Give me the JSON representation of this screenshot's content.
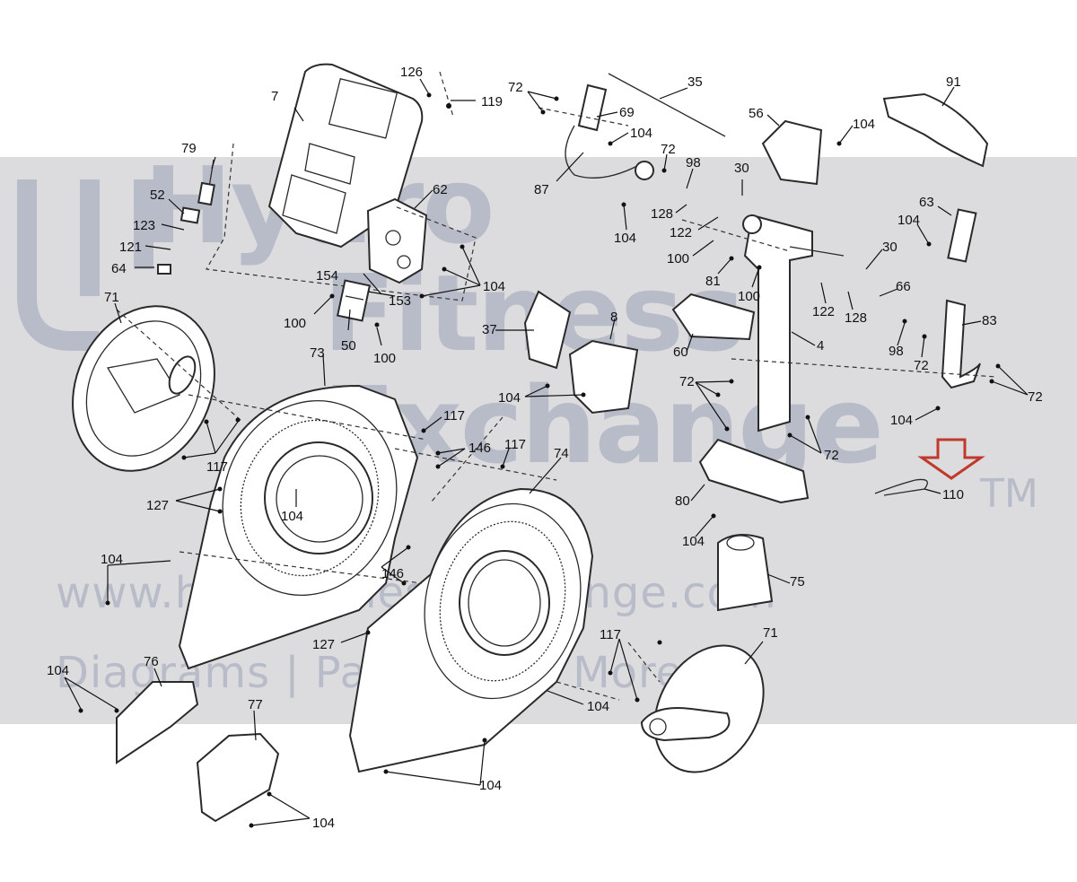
{
  "watermark": {
    "brand_line1": "Hydro",
    "brand_line2": "Fitness",
    "brand_line3": "Exchange",
    "trademark": "TM",
    "url": "www.hydrofitnessexchange.com",
    "tagline": "Diagrams | Parts | And More"
  },
  "callout_labels": [
    "126",
    "119",
    "7",
    "79",
    "52",
    "123",
    "121",
    "64",
    "62",
    "154",
    "153",
    "50",
    "100",
    "104",
    "71",
    "73",
    "117",
    "146",
    "127",
    "74",
    "76",
    "77",
    "72",
    "69",
    "35",
    "87",
    "98",
    "30",
    "128",
    "122",
    "81",
    "56",
    "91",
    "63",
    "66",
    "83",
    "37",
    "8",
    "60",
    "4",
    "80",
    "75",
    "110"
  ],
  "highlight": {
    "color": "#c0392b",
    "part": "110"
  }
}
